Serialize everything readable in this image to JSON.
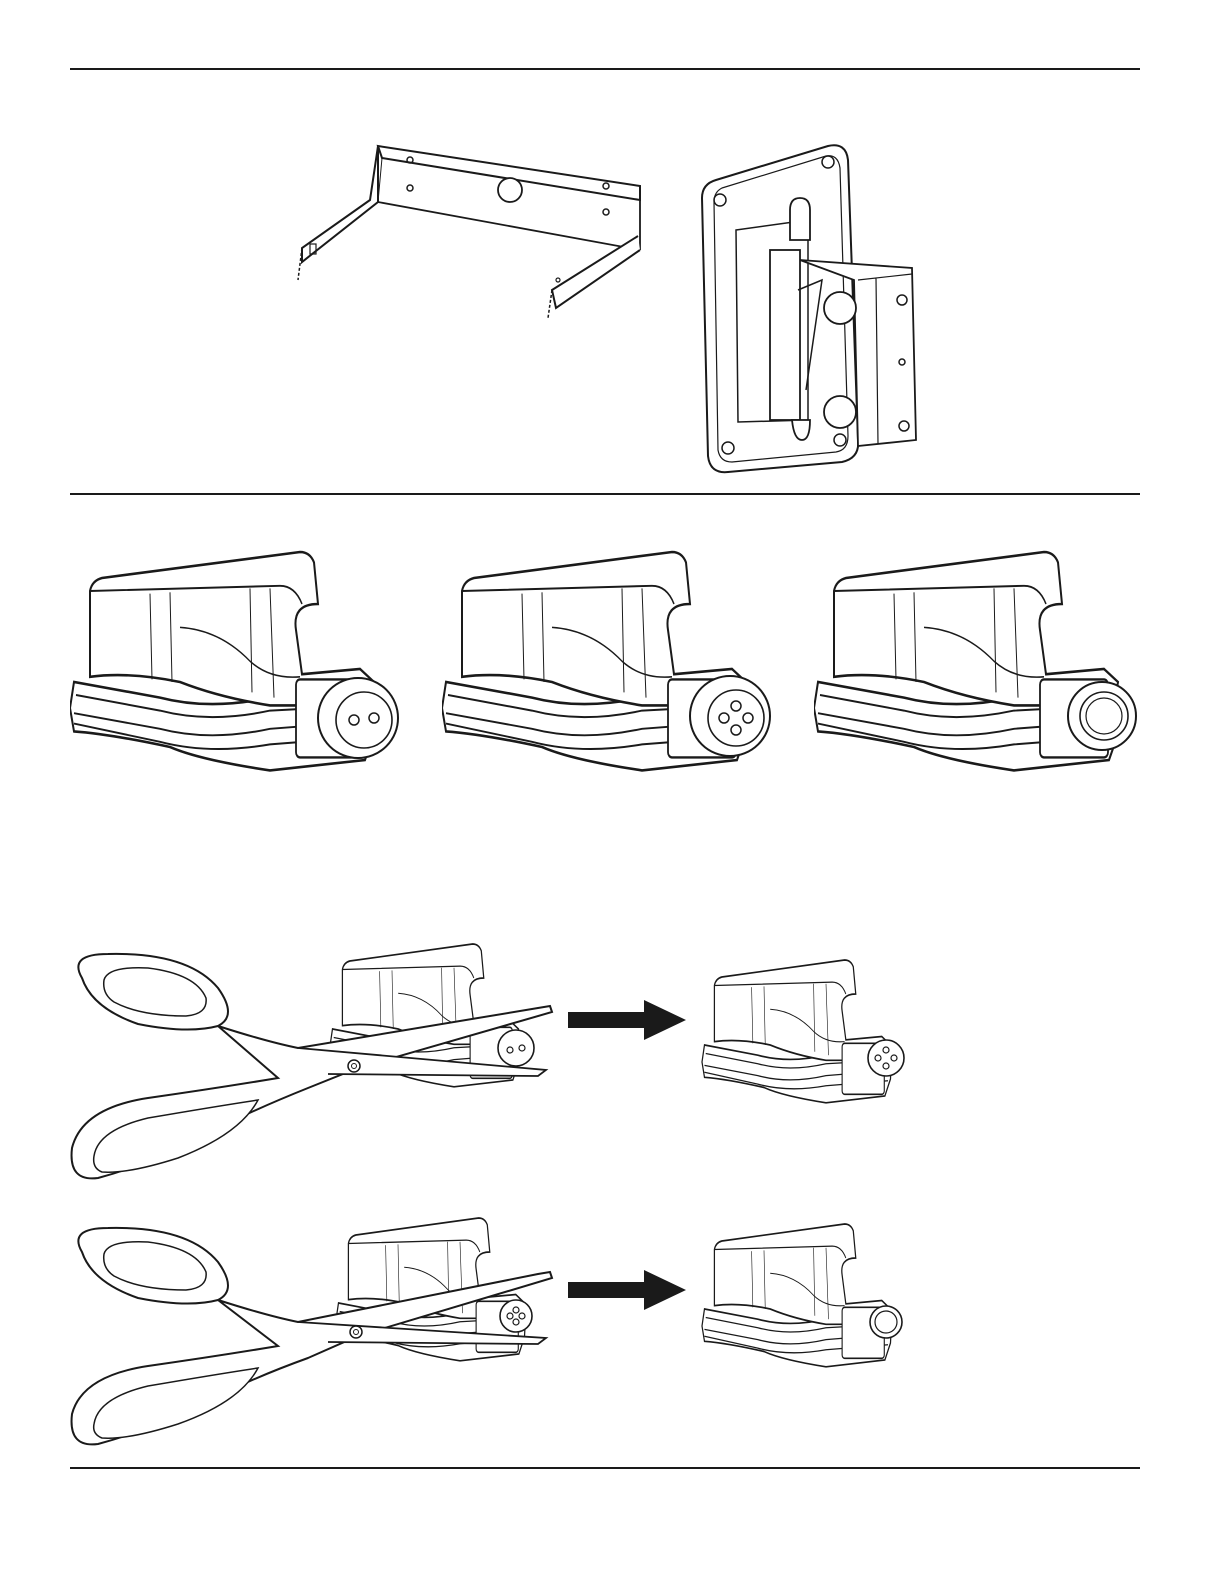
{
  "page": {
    "colors": {
      "ink": "#1a1a1a",
      "paper": "#ffffff"
    }
  },
  "figures": {
    "u_bracket": {
      "icon": "u-bracket-illustration"
    },
    "wall_mount": {
      "icon": "wall-mount-illustration"
    },
    "cover_pin2": {
      "icon": "connector-cover-2pin-illustration"
    },
    "cover_pin4": {
      "icon": "connector-cover-4pin-illustration"
    },
    "cover_open": {
      "icon": "connector-cover-open-illustration"
    },
    "trim_step_1": {
      "icon": "scissors-trim-2pin-illustration"
    },
    "trim_step_2": {
      "icon": "scissors-trim-4pin-illustration"
    }
  }
}
